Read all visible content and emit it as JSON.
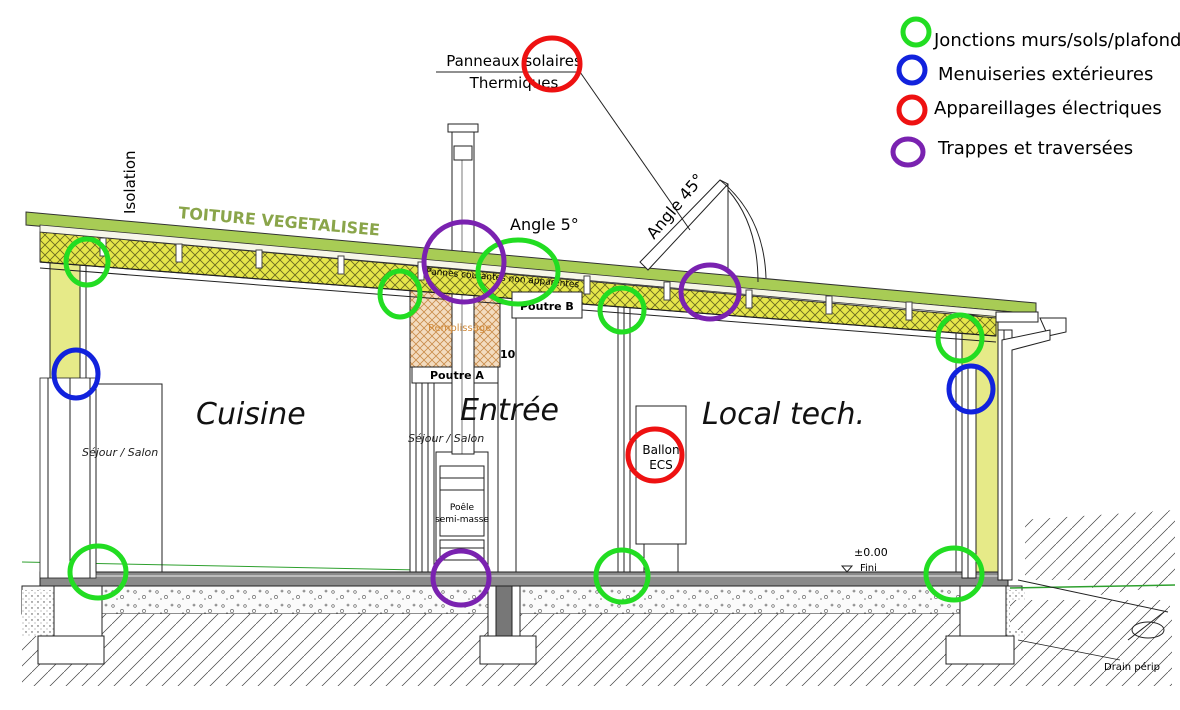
{
  "labels": {
    "solar": [
      "Panneaux solaires",
      "Thermiques"
    ],
    "isolation": "Isolation",
    "roof": "TOITURE VEGETALISEE",
    "angle5": "Angle 5°",
    "angle45": "Angle 45°",
    "pannes": "Pannes courantes non apparentes",
    "poutre_b": "Poutre B",
    "remplissage": "Remplissage",
    "dim10": "10",
    "poutre_a": "Poutre A",
    "sejour_left": "Séjour / Salon",
    "sejour_mid": "Séjour / Salon",
    "poele": [
      "Poêle",
      "semi-masse"
    ],
    "ballon": [
      "Ballon",
      "ECS"
    ],
    "level": [
      "±0.00",
      "Fini"
    ],
    "drain": "Drain périp"
  },
  "rooms": {
    "cuisine": "Cuisine",
    "entree": "Entrée",
    "local": "Local tech."
  },
  "legend": [
    {
      "label": "Jonctions murs/sols/plafonds",
      "color": "#22dd22"
    },
    {
      "label": "Menuiseries extérieures",
      "color": "#1122dd"
    },
    {
      "label": "Appareillages électriques",
      "color": "#ee1111"
    },
    {
      "label": "Trappes et traversées",
      "color": "#7a22b0"
    }
  ],
  "colors": {
    "green": "#22dd22",
    "blue": "#1122dd",
    "red": "#ee1111",
    "purple": "#7a22b0",
    "insulation": "#e6ea88",
    "roof_green": "#a8cc55"
  }
}
